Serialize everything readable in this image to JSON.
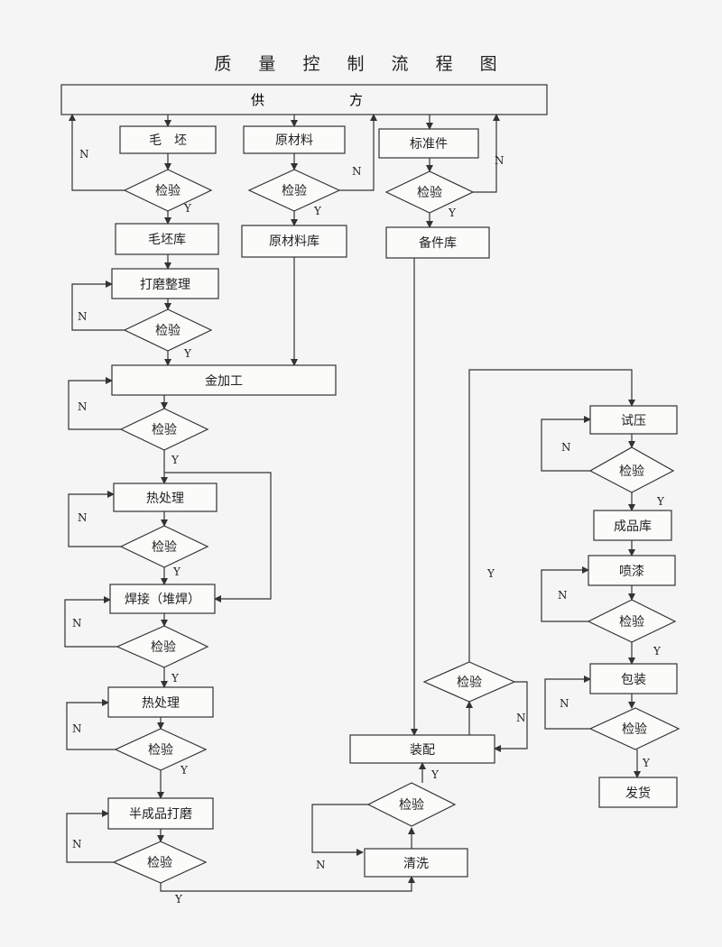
{
  "title": "质 量 控 制 流 程 图",
  "supplier": [
    "供",
    "方"
  ],
  "nodes": {
    "maopi": "毛　坯",
    "yuancailiao": "原材料",
    "biaozhunjian": "标准件",
    "maopiku": "毛坯库",
    "yuancailiaoku": "原材料库",
    "beijianku": "备件库",
    "damo": "打磨整理",
    "jinjiagong": "金加工",
    "rechuli1": "热处理",
    "hanjie": "焊接（堆焊）",
    "rechuli2": "热处理",
    "banchengpin": "半成品打磨",
    "qingxi": "清洗",
    "zhuangpei": "装配",
    "shiya": "试压",
    "chengpinku": "成品库",
    "penqi": "喷漆",
    "baozhuang": "包装",
    "fahuo": "发货"
  },
  "decision_label": "检验",
  "yes_label": "Y",
  "no_label": "N"
}
